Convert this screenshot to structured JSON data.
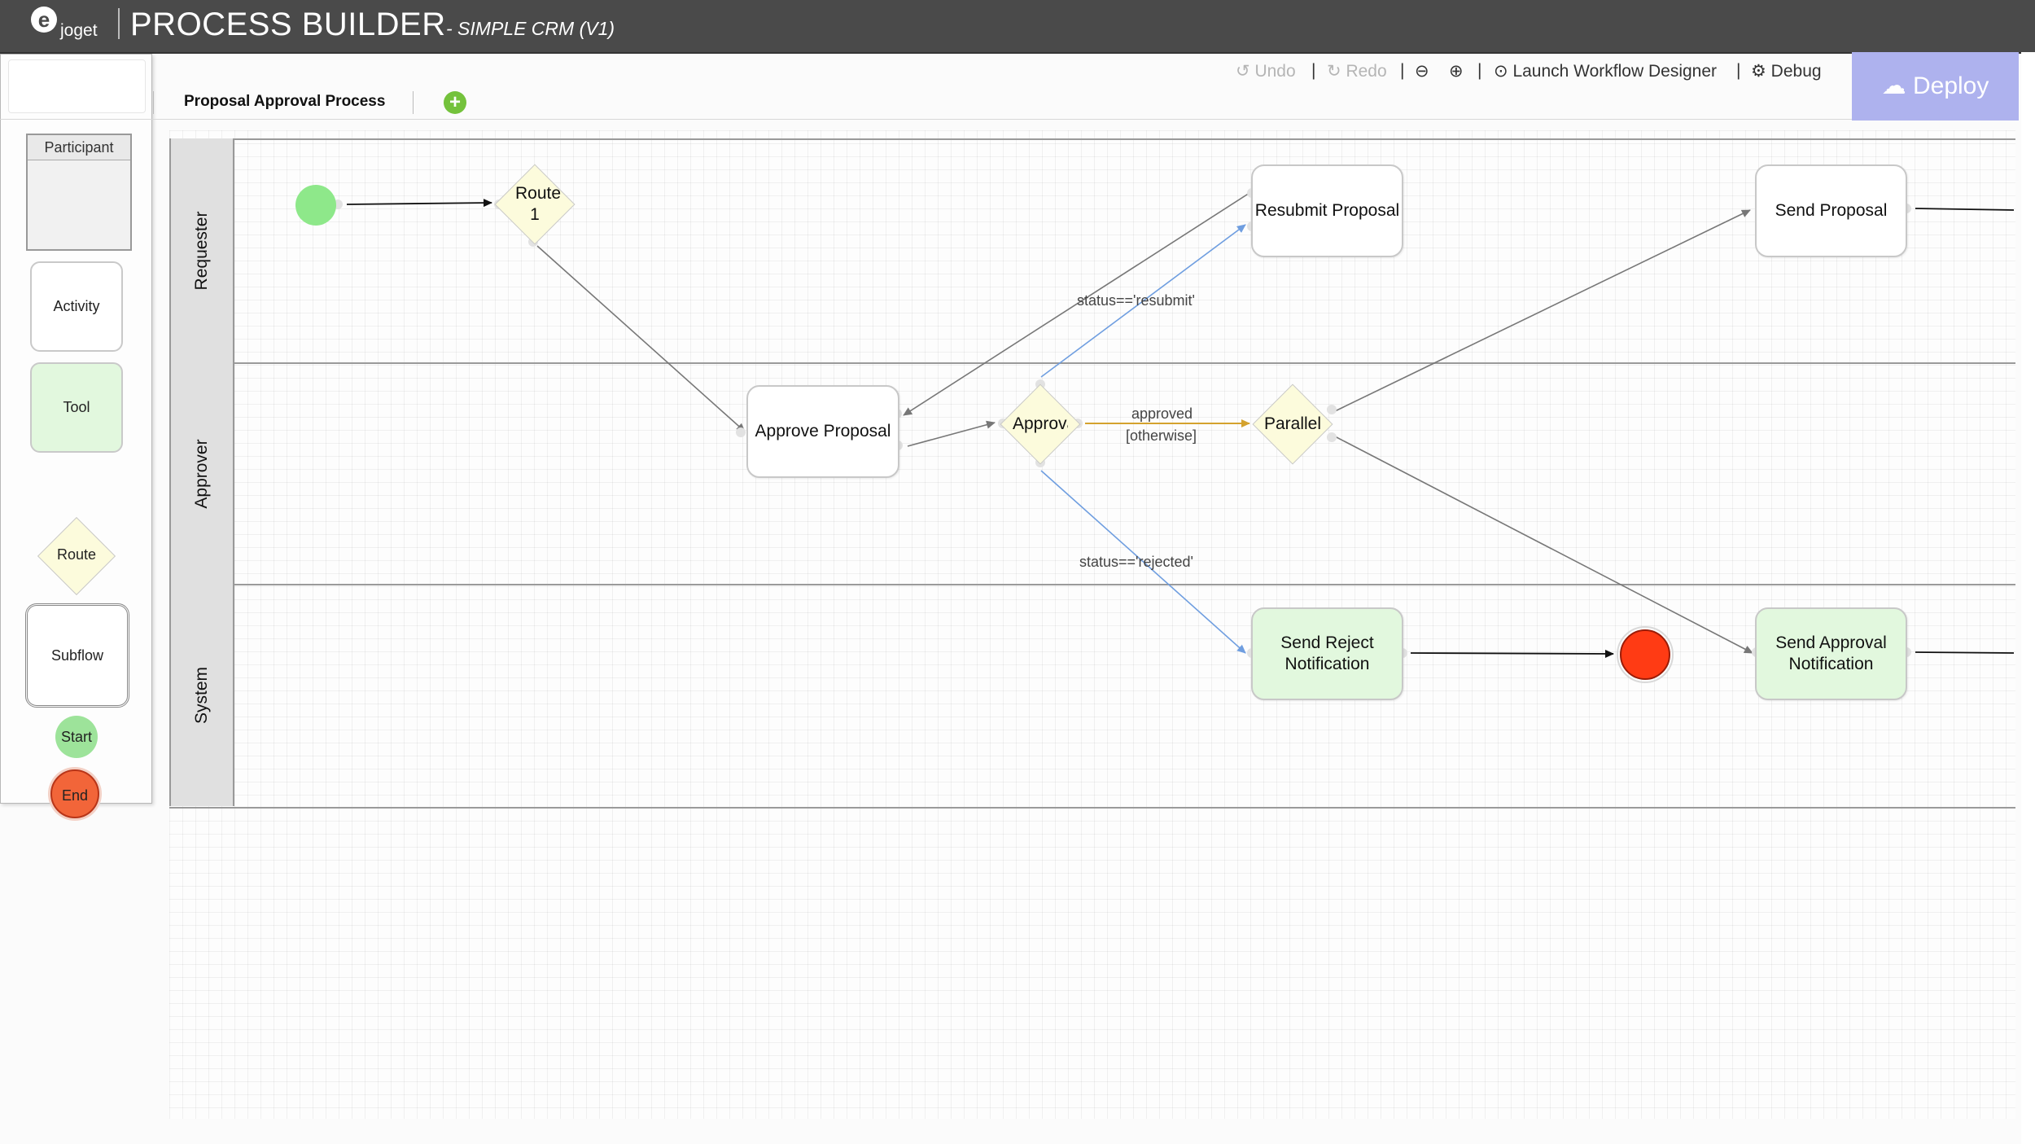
{
  "header": {
    "logo_text": "joget",
    "title": "PROCESS BUILDER",
    "subtitle": "- SIMPLE CRM (V1)"
  },
  "palette": {
    "participant": "Participant",
    "activity": "Activity",
    "tool": "Tool",
    "route": "Route",
    "subflow": "Subflow",
    "start": "Start",
    "end": "End"
  },
  "toolbar": {
    "process_tab": "Proposal Approval Process",
    "undo": "Undo",
    "redo": "Redo",
    "launch": "Launch Workflow Designer",
    "debug": "Debug",
    "deploy": "Deploy"
  },
  "lanes": [
    "Requester",
    "Approver",
    "System"
  ],
  "nodes": {
    "route1": "Route 1",
    "approve_proposal": "Approve Proposal",
    "approval": "Approval",
    "parallel": "Parallel",
    "resubmit_proposal": "Resubmit Proposal",
    "send_proposal": "Send Proposal",
    "send_reject": "Send Reject Notification",
    "send_approval": "Send Approval Notification"
  },
  "conditions": {
    "resubmit": "status=='resubmit'",
    "approved": "approved",
    "otherwise": "[otherwise]",
    "rejected": "status=='rejected'"
  },
  "colors": {
    "header_bg": "#4a4a4a",
    "deploy_bg": "#aeb2ee",
    "tool_fill": "#e2f8de",
    "route_fill": "#fcfbdc",
    "start_fill": "#8ee88a",
    "end_fill": "#ff3b14",
    "conditional_edge": "#6f9ee0",
    "otherwise_edge": "#d4a22e"
  }
}
